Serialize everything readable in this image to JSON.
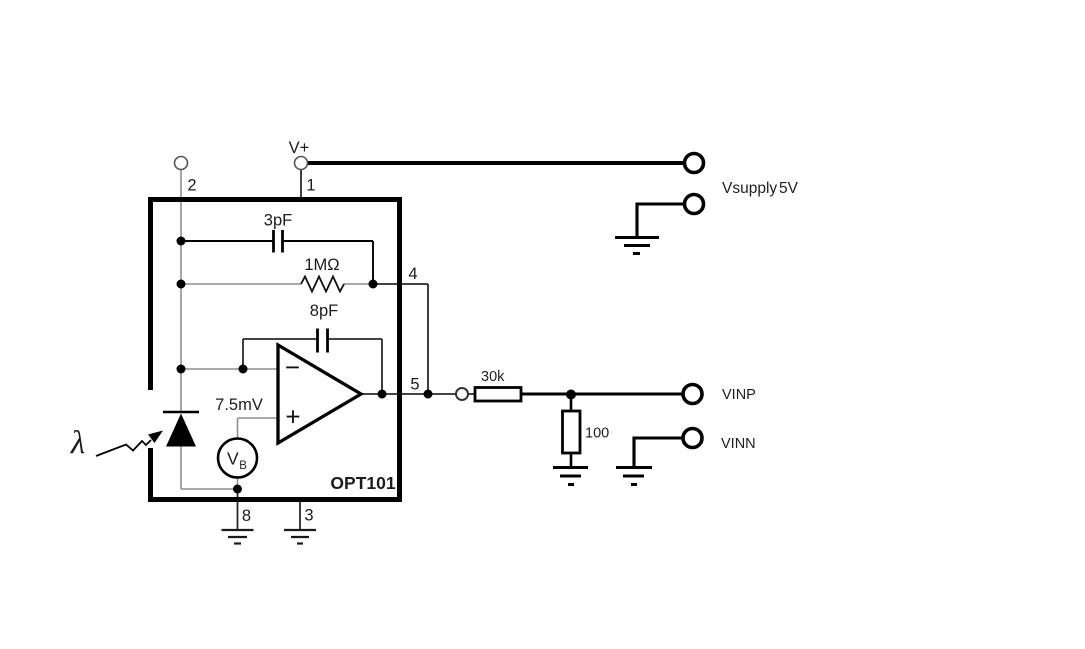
{
  "labels": {
    "v_plus": "V+",
    "pin1": "1",
    "pin2": "2",
    "pin3": "3",
    "pin4": "4",
    "pin5": "5",
    "pin8": "8",
    "feedback_capacitor": "3pF",
    "feedback_resistor": "1MΩ",
    "compensation_capacitor": "8pF",
    "offset_voltage": "7.5mV",
    "vb_source": {
      "letter": "V",
      "subscript": "B"
    },
    "chip_name": "OPT101",
    "light_lambda": "λ",
    "opamp_inverting": "−",
    "opamp_noninverting": "+"
  },
  "external": {
    "supply_name": "Vsupply",
    "supply_value": "5V",
    "series_resistor": "30k",
    "shunt_resistor": "100",
    "output_pos": "VINP",
    "output_neg": "VINN"
  },
  "colors": {
    "ink": "#000000",
    "thin_wire_gray": "#8f8f8f",
    "background": "#ffffff"
  }
}
